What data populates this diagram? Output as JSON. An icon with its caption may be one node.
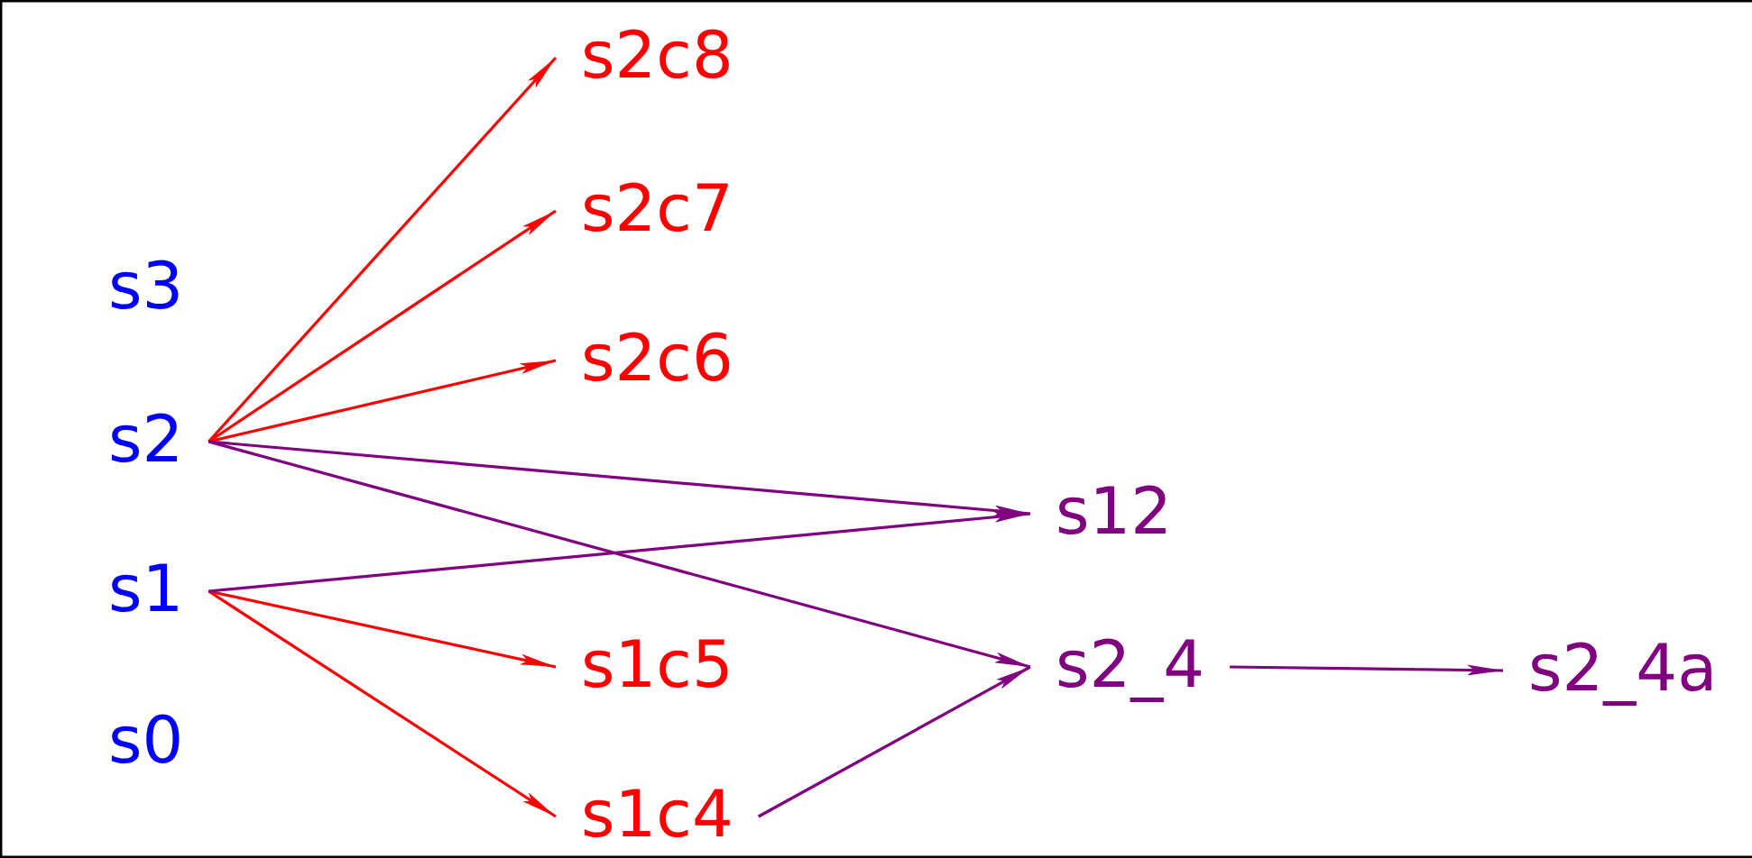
{
  "diagram": {
    "nodes": [
      {
        "text": [
          "s3"
        ]
      },
      {
        "text": [
          "s2"
        ]
      },
      {
        "text": [
          "s1"
        ]
      },
      {
        "text": [
          "s0"
        ]
      },
      {
        "text": [
          "s2c8"
        ]
      },
      {
        "text": [
          "s2c7"
        ]
      },
      {
        "text": [
          "s2c6"
        ]
      },
      {
        "text": [
          "s1c5"
        ]
      },
      {
        "text": [
          "s1c4"
        ]
      },
      {
        "text": [
          "s12"
        ]
      },
      {
        "text": [
          "s2_4"
        ]
      },
      {
        "text": [
          "s2_4a"
        ]
      }
    ],
    "edges": [
      {
        "from": 1,
        "to": 4,
        "arrow": "to",
        "color": "#ff0000"
      },
      {
        "from": 1,
        "to": 5,
        "arrow": "to",
        "color": "#ff0000"
      },
      {
        "from": 1,
        "to": 6,
        "arrow": "to",
        "color": "#ff0000"
      },
      {
        "from": 2,
        "to": 7,
        "arrow": "to",
        "color": "#ff0000"
      },
      {
        "from": 2,
        "to": 8,
        "arrow": "to",
        "color": "#ff0000"
      },
      {
        "from": 1,
        "to": 9,
        "arrow": "to",
        "color": "#800080"
      },
      {
        "from": 2,
        "to": 9,
        "arrow": "to",
        "color": "#800080"
      },
      {
        "from": 1,
        "to": 10,
        "arrow": "to",
        "color": "#800080"
      },
      {
        "from": 8,
        "to": 10,
        "arrow": "to",
        "color": "#800080"
      },
      {
        "from": 10,
        "to": 11,
        "arrow": "to",
        "color": "#800080"
      }
    ]
  }
}
